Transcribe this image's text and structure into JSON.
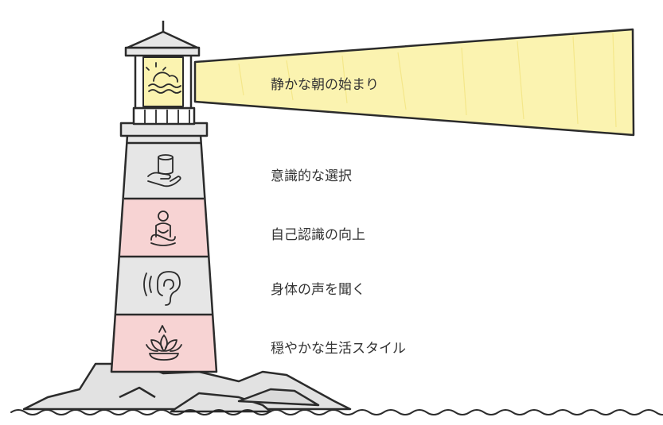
{
  "levels": [
    {
      "label": "静かな朝の始まり",
      "icon": "sunrise-icon"
    },
    {
      "label": "意識的な選択",
      "icon": "hand-cup-icon"
    },
    {
      "label": "自己認識の向上",
      "icon": "meditation-icon"
    },
    {
      "label": "身体の声を聞く",
      "icon": "ear-icon"
    },
    {
      "label": "穏やかな生活スタイル",
      "icon": "lotus-icon"
    }
  ],
  "colors": {
    "beam": "#fbf3b0",
    "lantern": "#fbf3b0",
    "band_pink": "#f7d3d3",
    "band_gray": "#e6e6e6",
    "rock": "#e2e2e2",
    "ink": "#2b2b2b",
    "text": "#333333"
  }
}
